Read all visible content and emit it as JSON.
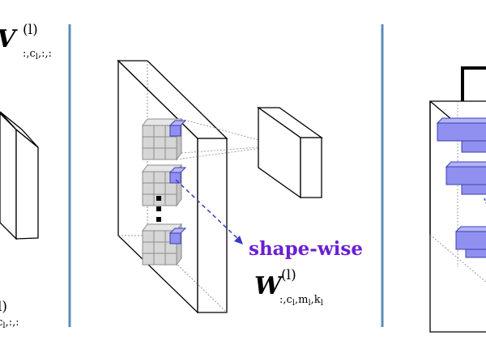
{
  "colors": {
    "divider": "#5b8db8",
    "accent": "#6a1fd1",
    "filter_fill": "#8f90f0",
    "cube_fill": "#d6d6d6"
  },
  "left_panel": {
    "top_symbol": "V",
    "top_sup": "(l)",
    "top_sub": ":,c",
    "top_sub_l": "l",
    "top_sub_tail": ",:,:",
    "bottom_sup": "l)",
    "bottom_sub": ",c",
    "bottom_sub_l": "l",
    "bottom_sub_tail": ",:,:"
  },
  "middle_panel": {
    "label": "shape-wise",
    "weight_symbol": "W",
    "weight_sup": "(l)",
    "sub_a": ":,c",
    "sub_a_l": "l",
    "sub_b": ",m",
    "sub_b_l": "l",
    "sub_c": ",k",
    "sub_c_l": "l"
  }
}
